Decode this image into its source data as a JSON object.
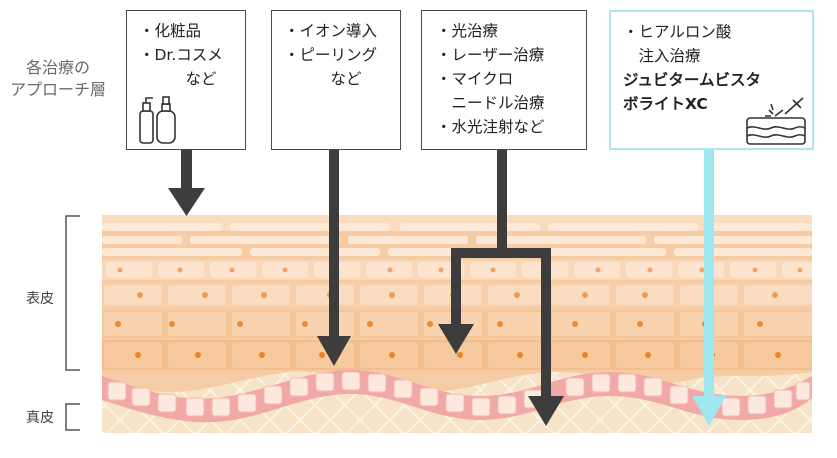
{
  "side_label": {
    "line1": "各治療の",
    "line2": "アプローチ層"
  },
  "boxes": [
    {
      "lines": [
        "・化粧品",
        "・Dr.コスメ",
        "　　　など"
      ],
      "icon": "cosmetic-bottles-icon"
    },
    {
      "lines": [
        "・イオン導入",
        "・ピーリング",
        "　　　など"
      ]
    },
    {
      "lines": [
        "・光治療",
        "・レーザー治療",
        "・マイクロ",
        "　ニードル治療",
        "・水光注射など"
      ]
    },
    {
      "lines": [
        "・ヒアルロン酸",
        "　注入治療"
      ],
      "bold_lines": [
        "ジュビタームビスタ",
        "ボライトXC"
      ],
      "icon": "injector-skin-icon"
    }
  ],
  "layers": {
    "epidermis": "表皮",
    "dermis": "真皮"
  },
  "colors": {
    "arrow_dark": "#3d3d3d",
    "arrow_accent": "#9ee7ef",
    "skin_top": "#fbe3cc",
    "skin_mid": "#f7cfa8",
    "skin_deep": "#f2c196",
    "cell_dot": "#f2923f",
    "basal_band": "#f4b7b5",
    "dermis_bg": "#f7e3c6"
  }
}
